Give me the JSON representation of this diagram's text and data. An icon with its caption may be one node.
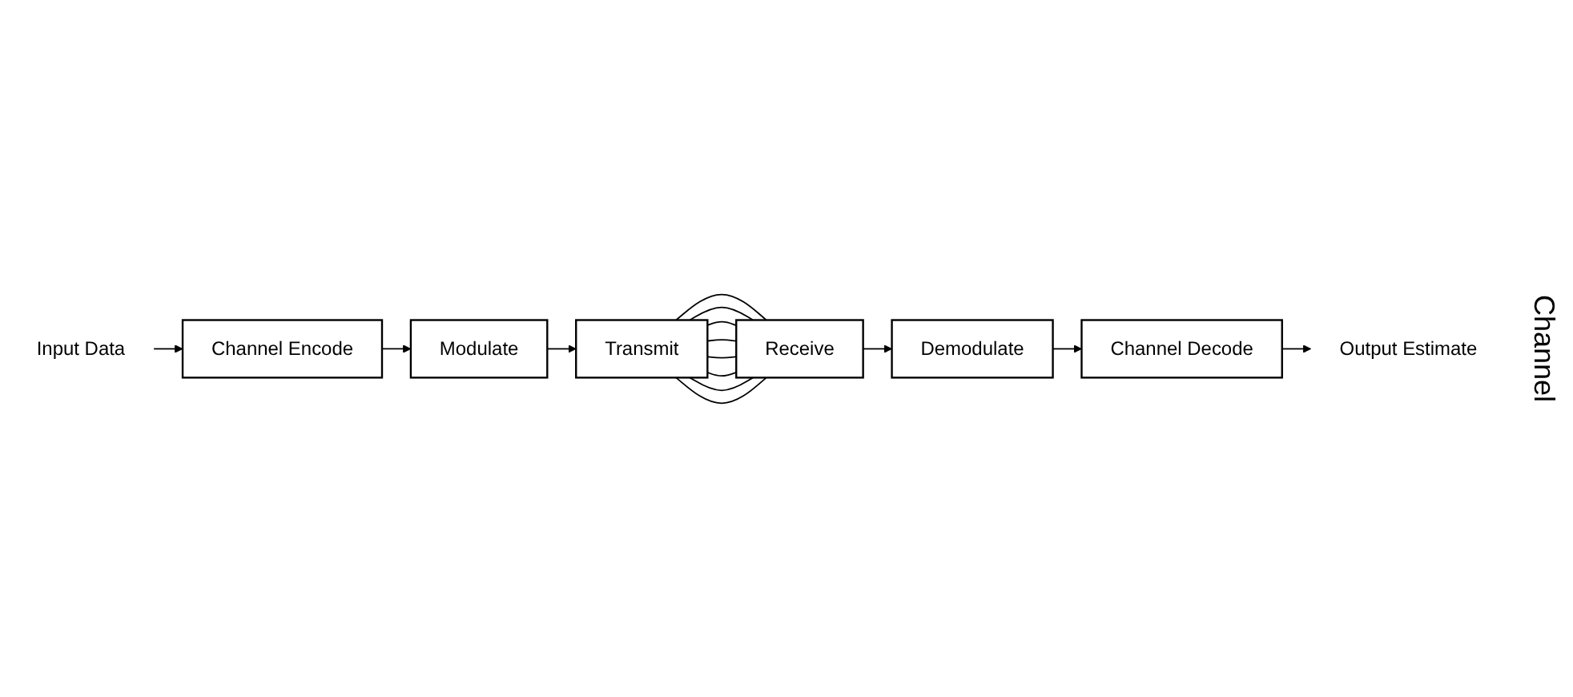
{
  "diagram": {
    "nodes": [
      {
        "text": [
          "Input Data"
        ]
      },
      {
        "text": [
          "Channel Encode"
        ]
      },
      {
        "text": [
          "Modulate"
        ]
      },
      {
        "text": [
          "Transmit"
        ]
      },
      {
        "text": [
          "Receive"
        ]
      },
      {
        "text": [
          "Demodulate"
        ]
      },
      {
        "text": [
          "Channel Decode"
        ]
      },
      {
        "text": [
          "Output Estimate"
        ]
      }
    ],
    "edges": [
      {
        "from": 0,
        "to": 1,
        "arrow": "to"
      },
      {
        "from": 1,
        "to": 2,
        "arrow": "to"
      },
      {
        "from": 2,
        "to": 3,
        "arrow": "to"
      },
      {
        "from": 3,
        "to": 4,
        "arrow": "none"
      },
      {
        "from": 3,
        "to": 4,
        "arrow": "none"
      },
      {
        "from": 3,
        "to": 4,
        "arrow": "none"
      },
      {
        "from": 3,
        "to": 4,
        "arrow": "none"
      },
      {
        "from": 3,
        "to": 4,
        "arrow": "none"
      },
      {
        "from": 3,
        "to": 4,
        "arrow": "none"
      },
      {
        "from": 3,
        "to": 4,
        "arrow": "none"
      },
      {
        "from": 3,
        "to": 4,
        "arrow": "none"
      },
      {
        "from": 4,
        "to": 5,
        "arrow": "to"
      },
      {
        "from": 5,
        "to": 6,
        "arrow": "to"
      },
      {
        "from": 6,
        "to": 7,
        "arrow": "to"
      }
    ],
    "labels": [
      "Channel"
    ]
  }
}
